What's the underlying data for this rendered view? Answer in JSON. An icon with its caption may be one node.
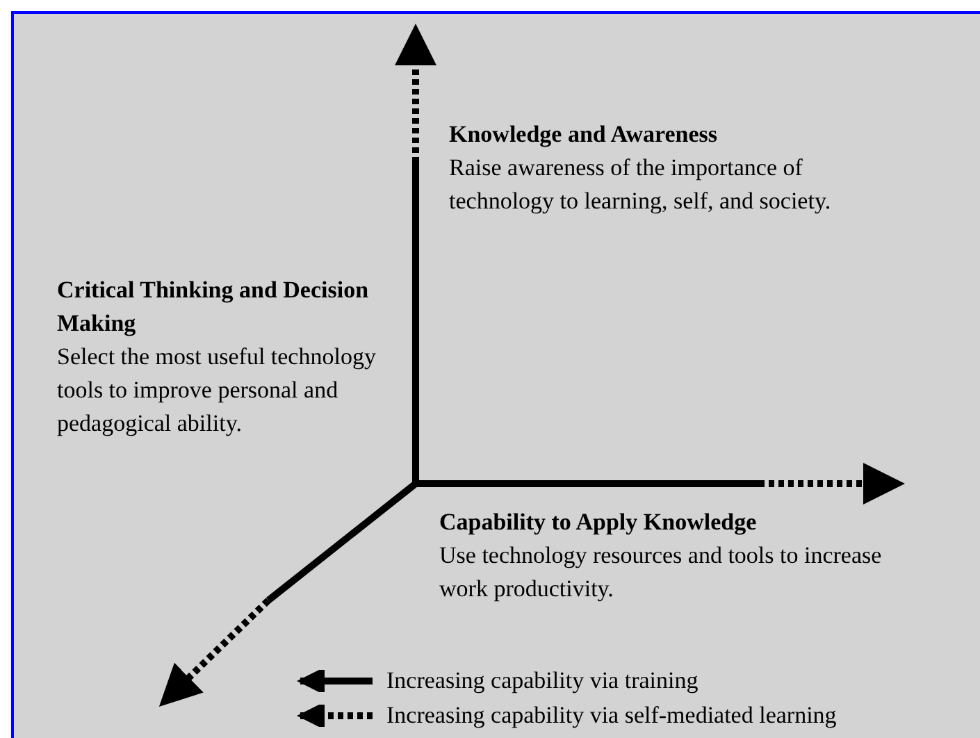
{
  "diagram": {
    "nodes": [
      {
        "text": [
          "Knowledge and Awareness",
          "Raise awareness of the importance of technology to learning, self, and society."
        ]
      },
      {
        "text": [
          "Critical Thinking and Decision Making",
          "Select the most useful technology tools to improve personal and pedagogical ability."
        ]
      },
      {
        "text": [
          "Capability to Apply Knowledge",
          "Use technology resources and tools to increase work productivity."
        ]
      }
    ],
    "edges": [],
    "legend": [
      {
        "text": "Increasing capability via training"
      },
      {
        "text": "Increasing capability via self-mediated learning"
      }
    ]
  }
}
